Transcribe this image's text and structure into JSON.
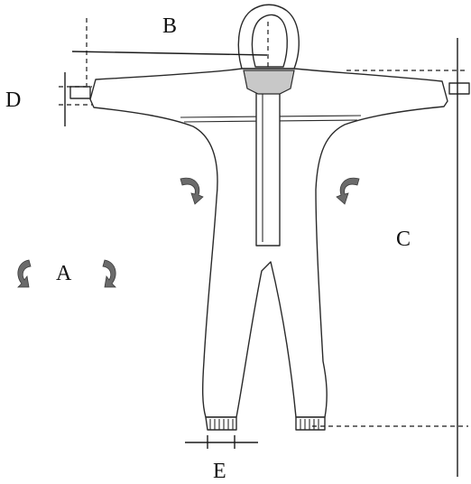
{
  "figure": {
    "labels": {
      "a": "A",
      "b": "B",
      "c": "C",
      "d": "D",
      "e": "E"
    },
    "colors": {
      "line": "#2a2a2a",
      "zipper_fill": "#c8c8c8",
      "arrow_fill": "#6b6b6b",
      "background": "#ffffff"
    }
  }
}
